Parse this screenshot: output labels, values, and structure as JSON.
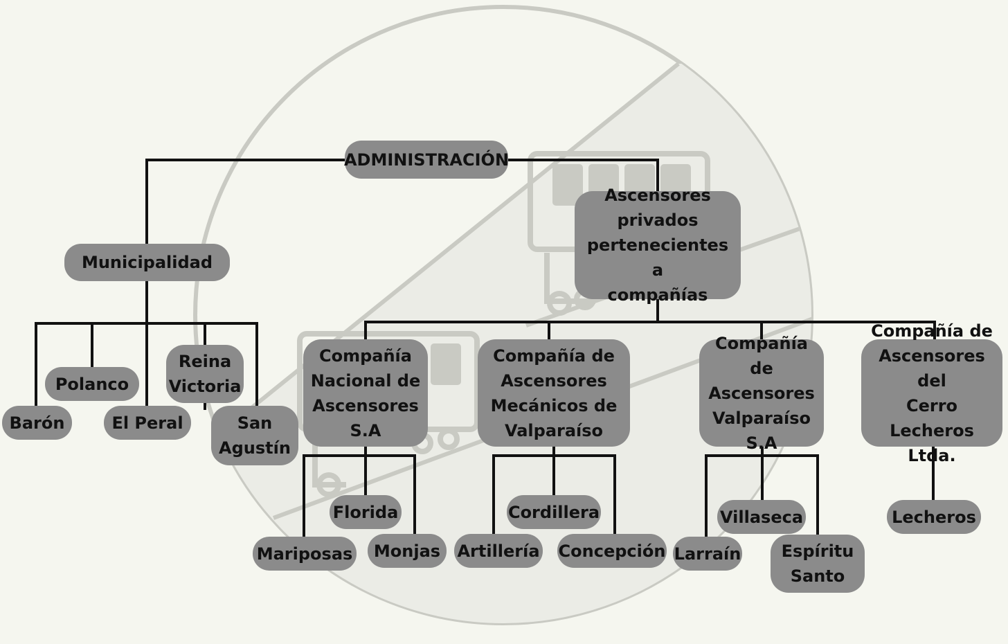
{
  "colors": {
    "background": "#f5f6ef",
    "node_fill": "#8b8b8b",
    "text": "#111111",
    "connector": "#111111",
    "watermark": "#c9cac3"
  },
  "watermark": {
    "icon": "funicular-icon"
  },
  "nodes": {
    "admin": "ADMINISTRACIÓN",
    "municipalidad": "Municipalidad",
    "privados": "Ascensores\nprivados\npertenecientes a\ncompañías",
    "baron": "Barón",
    "polanco": "Polanco",
    "el_peral": "El Peral",
    "reina_victoria": "Reina\nVictoria",
    "san_agustin": "San\nAgustín",
    "cia_nacional": "Compañía\nNacional de\nAscensores\nS.A",
    "cia_mecanicos": "Compañía de\nAscensores\nMecánicos de\nValparaíso",
    "cia_valparaiso": "Compañía de\nAscensores\nValparaíso\nS.A",
    "cia_lecheros": "Compañía de\nAscensores del\nCerro Lecheros\nLtda.",
    "florida": "Florida",
    "mariposas": "Mariposas",
    "monjas": "Monjas",
    "cordillera": "Cordillera",
    "artilleria": "Artillería",
    "concepcion": "Concepción",
    "villaseca": "Villaseca",
    "larrain": "Larraín",
    "espiritu_santo": "Espíritu\nSanto",
    "lecheros": "Lecheros"
  }
}
